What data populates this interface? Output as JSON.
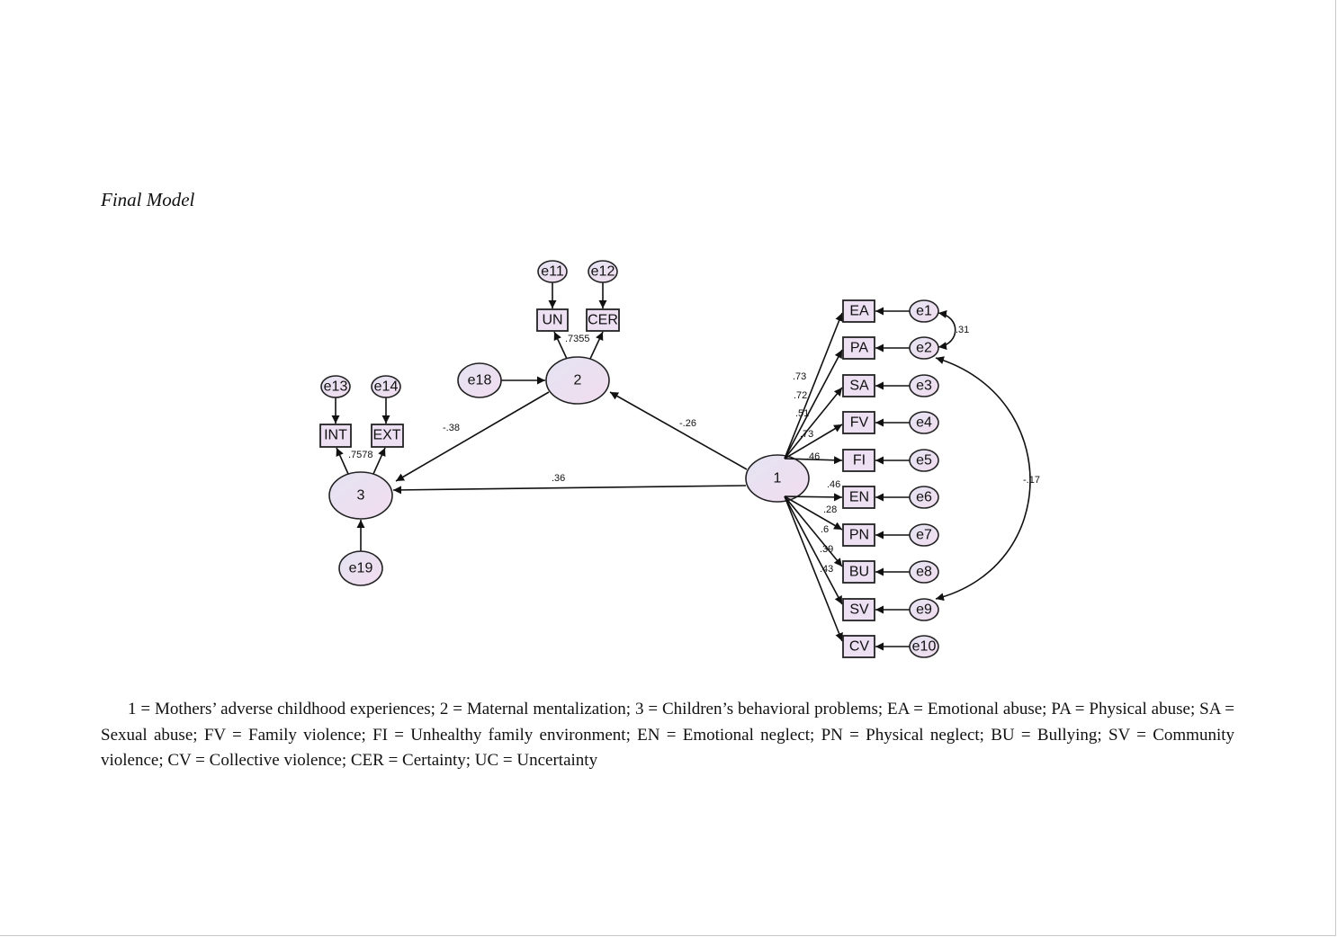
{
  "title": "Final Model",
  "caption": "1 = Mothers’ adverse childhood experiences; 2 = Maternal mentalization; 3 = Children’s behavioral problems; EA = Emotional abuse; PA = Physical abuse; SA = Sexual abuse; FV = Family violence; FI = Unhealthy family environment; EN = Emotional neglect; PN = Physical neglect; BU = Bullying; SV = Community violence; CV = Collective violence; CER = Certainty; UC = Uncertainty",
  "colors": {
    "node_fill": "#ece0f2",
    "stroke": "#222222"
  },
  "diagram": {
    "latents": {
      "n1": "1",
      "n2": "2",
      "n3": "3"
    },
    "errors": {
      "e1": "e1",
      "e2": "e2",
      "e3": "e3",
      "e4": "e4",
      "e5": "e5",
      "e6": "e6",
      "e7": "e7",
      "e8": "e8",
      "e9": "e9",
      "e10": "e10",
      "e11": "e11",
      "e12": "e12",
      "e13": "e13",
      "e14": "e14",
      "e18": "e18",
      "e19": "e19"
    },
    "indicators": [
      "EA",
      "PA",
      "SA",
      "FV",
      "FI",
      "EN",
      "PN",
      "BU",
      "SV",
      "CV"
    ],
    "loadings_1": [
      ".73",
      ".72",
      ".51",
      ".73",
      ".46",
      ".46",
      ".28",
      ".6",
      ".39",
      ".43"
    ],
    "ind2": {
      "un": "UN",
      "cer": "CER",
      "loadings": ".7355"
    },
    "ind3": {
      "int": "INT",
      "ext": "EXT",
      "loadings": ".7578"
    },
    "paths": {
      "p12": "-.26",
      "p23": "-.38",
      "p13": ".36"
    },
    "covariances": {
      "e1_e2": ".31",
      "e2_e9": "-.17"
    }
  }
}
